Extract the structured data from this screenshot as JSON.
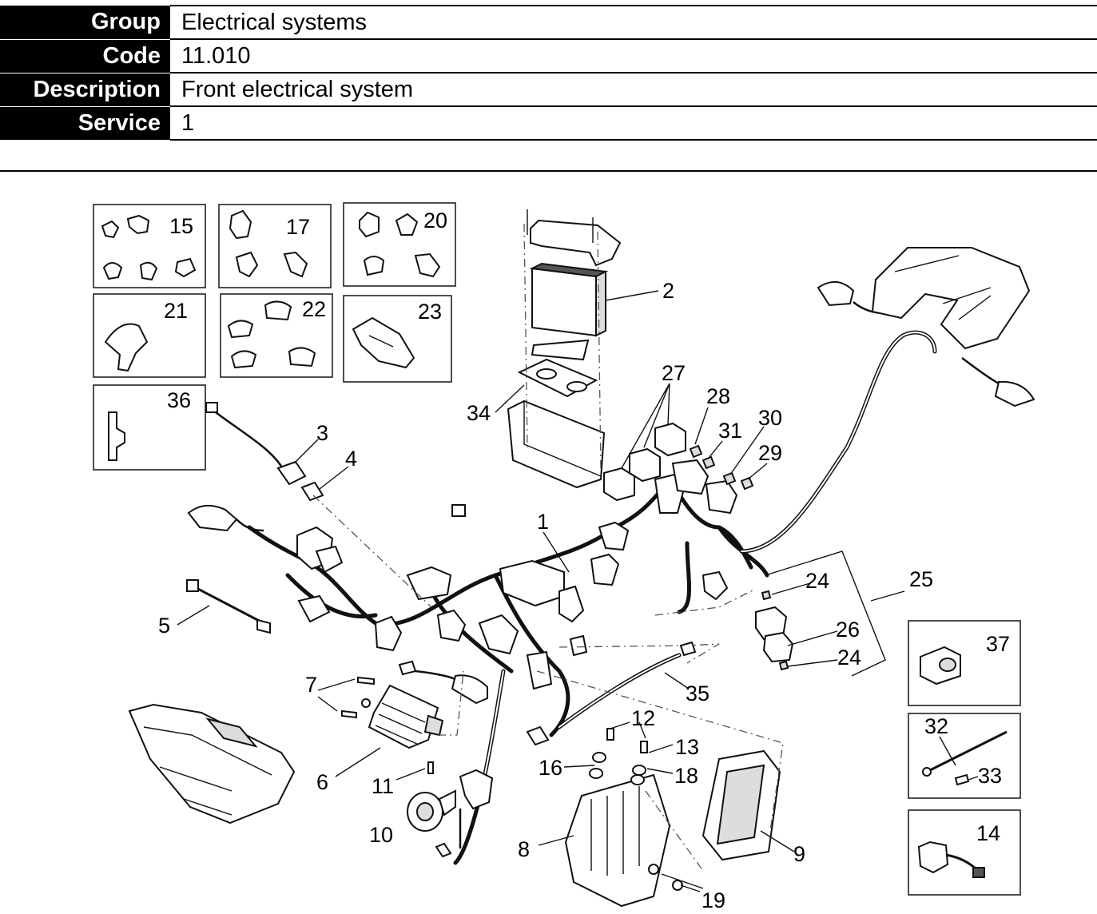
{
  "header": {
    "rows": [
      {
        "key": "Group",
        "value": "Electrical systems"
      },
      {
        "key": "Code",
        "value": "11.010"
      },
      {
        "key": "Description",
        "value": "Front electrical system"
      },
      {
        "key": "Service",
        "value": "1"
      }
    ]
  },
  "diagram": {
    "callouts": [
      "1",
      "2",
      "3",
      "4",
      "5",
      "6",
      "7",
      "8",
      "9",
      "10",
      "11",
      "12",
      "13",
      "14",
      "15",
      "16",
      "17",
      "18",
      "19",
      "20",
      "21",
      "22",
      "23",
      "24",
      "24",
      "25",
      "26",
      "27",
      "28",
      "29",
      "30",
      "31",
      "32",
      "33",
      "34",
      "35",
      "36",
      "37"
    ]
  }
}
